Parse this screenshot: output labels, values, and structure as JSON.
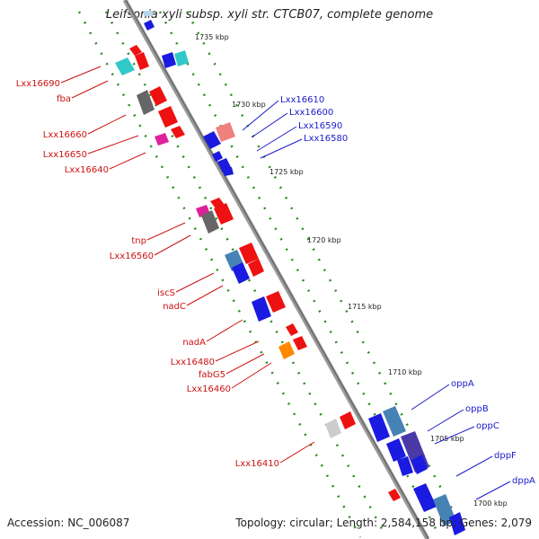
{
  "title": "Leifsonia xyli subsp. xyli str. CTCB07, complete genome",
  "accession": "Accession: NC_006087",
  "summary": "Topology: circular; Length: 2,584,158 bp; Genes: 2,079",
  "kbp_ticks": [
    "1735 kbp",
    "1730 kbp",
    "1725 kbp",
    "1720 kbp",
    "1715 kbp",
    "1710 kbp",
    "1705 kbp",
    "1700 kbp"
  ],
  "left_labels": [
    "Lxx16690",
    "fba",
    "Lxx16660",
    "Lxx16650",
    "Lxx16640",
    "tnp",
    "Lxx16560",
    "iscS",
    "nadC",
    "nadA",
    "Lxx16480",
    "fabG5",
    "Lxx16460",
    "Lxx16410"
  ],
  "right_labels": [
    "Lxx16610",
    "Lxx16600",
    "Lxx16590",
    "Lxx16580",
    "oppA",
    "oppB",
    "oppC",
    "dppF",
    "dppA"
  ],
  "colors": {
    "left_label": "#cc1111",
    "right_label": "#1a1acc",
    "backbone": "#8a8a8a",
    "guide_dots": "#2b8a1f"
  }
}
